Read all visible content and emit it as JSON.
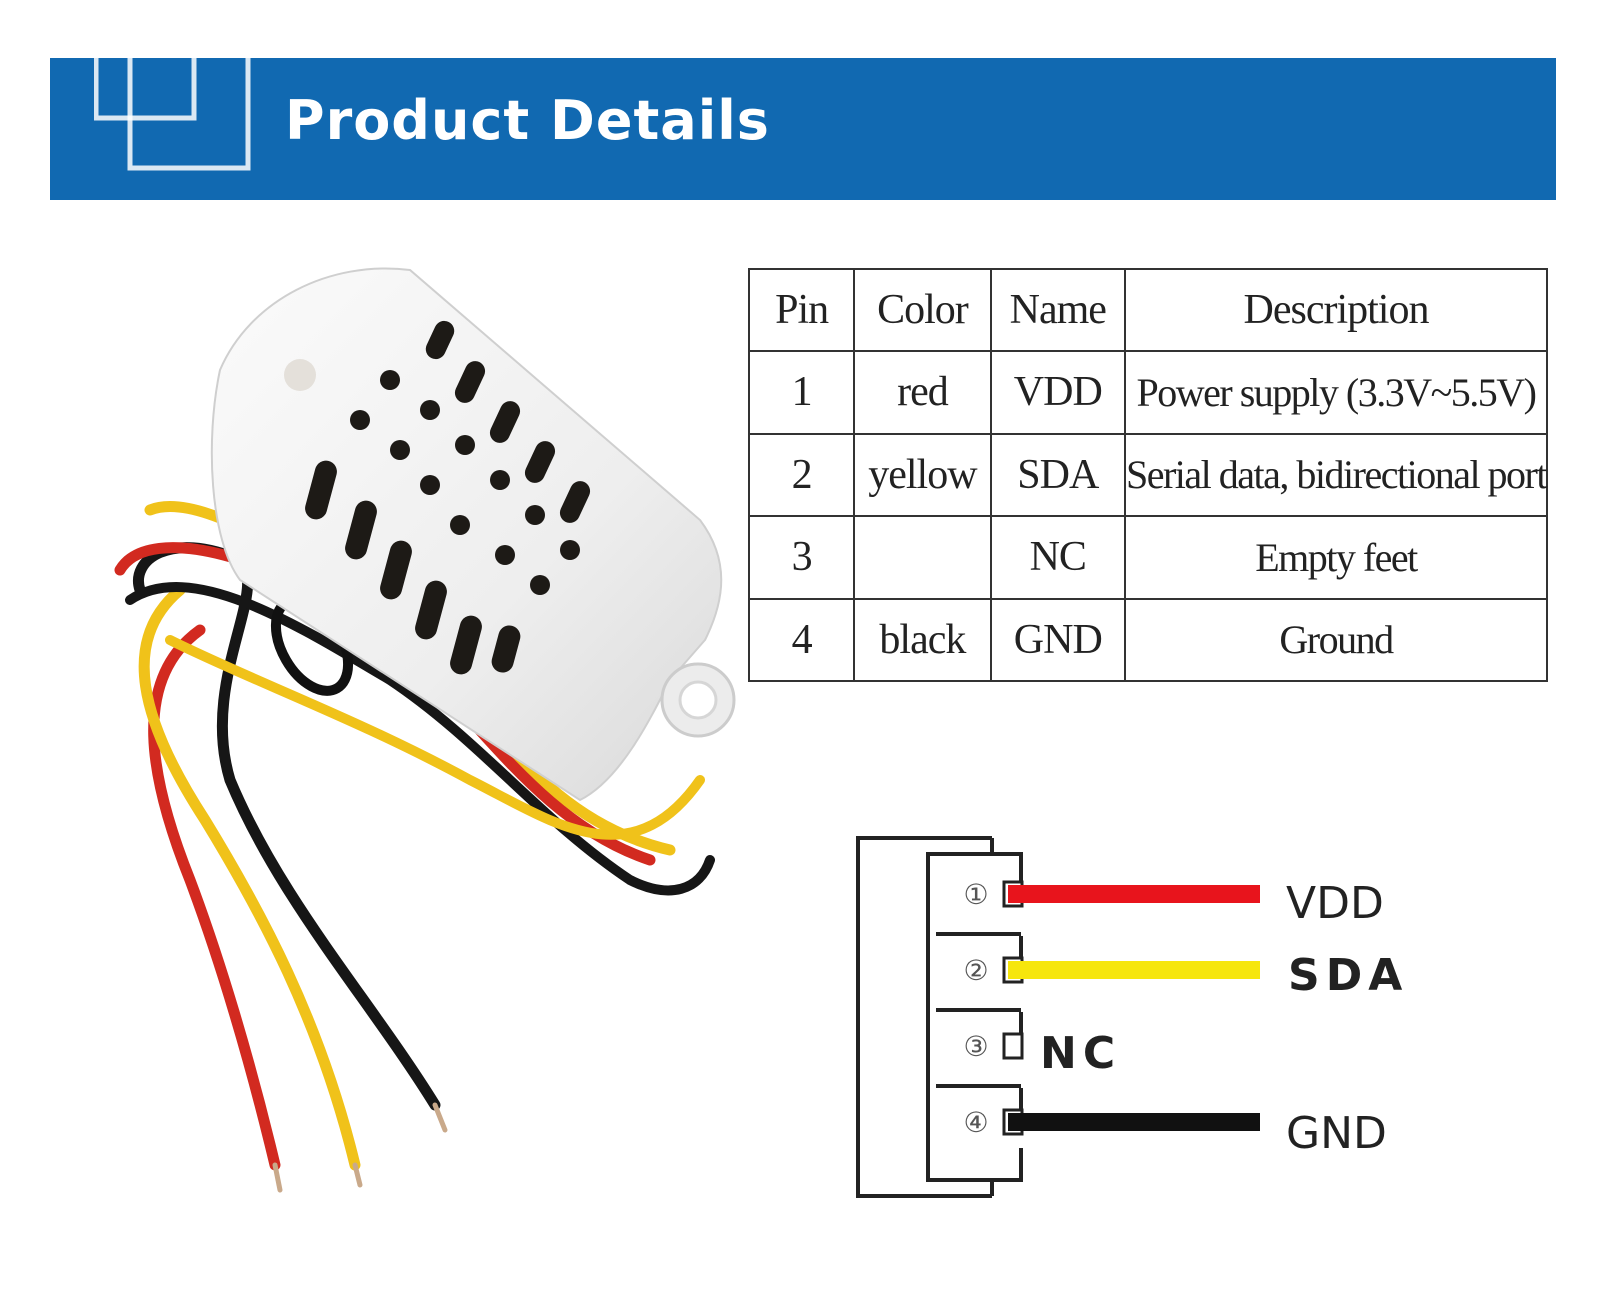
{
  "banner": {
    "title": "Product Details",
    "color": "#1169b1"
  },
  "pin_table": {
    "headers": [
      "Pin",
      "Color",
      "Name",
      "Description"
    ],
    "rows": [
      [
        "1",
        "red",
        "VDD",
        "Power supply (3.3V~5.5V)"
      ],
      [
        "2",
        "yellow",
        "SDA",
        "Serial data, bidirectional port"
      ],
      [
        "3",
        "",
        "NC",
        "Empty feet"
      ],
      [
        "4",
        "black",
        "GND",
        "Ground"
      ]
    ]
  },
  "connector": {
    "pins": [
      {
        "number": "①",
        "label": "VDD",
        "wire_color": "#e8141c"
      },
      {
        "number": "②",
        "label": "SDA",
        "wire_color": "#f6e60d"
      },
      {
        "number": "③",
        "label": "NC",
        "wire_color": ""
      },
      {
        "number": "④",
        "label": "GND",
        "wire_color": "#111111"
      }
    ]
  },
  "wire_colors": {
    "red": "#e02020",
    "yellow": "#f2c41a",
    "black": "#151515"
  }
}
